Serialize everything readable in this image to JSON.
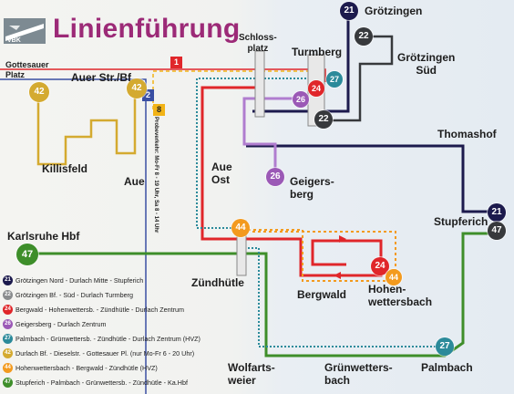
{
  "header": {
    "title": "Linienführung",
    "logo_text": "VBK"
  },
  "colors": {
    "line_21": "#1c1a4d",
    "line_22": "#37393c",
    "line_24": "#e0262a",
    "line_26": "#9b59b6",
    "line_27": "#2b8a9a",
    "line_42": "#d4aa30",
    "line_44": "#f39a1e",
    "line_47": "#3e8e2a",
    "line_1": "#e0262a",
    "line_2": "#3a4fa3",
    "line_8": "#f2b317",
    "title": "#9c2a77"
  },
  "map": {
    "stops": {
      "groetzingen": "Grötzingen",
      "groetzingen_sued": "Grötzingen\nSüd",
      "schlossplatz": "Schloss-\nplatz",
      "turmberg": "Turmberg",
      "gottesauer_platz": "Gottesauer\nPlatz",
      "auer_str": "Auer Str./Bf",
      "killisfeld": "Killisfeld",
      "aue": "Aue",
      "aue_ost": "Aue\nOst",
      "geigersberg": "Geigers-\nberg",
      "thomashof": "Thomashof",
      "stupferich": "Stupferich",
      "karlsruhe_hbf": "Karlsruhe Hbf",
      "zuendhuetle": "Zündhütle",
      "bergwald": "Bergwald",
      "hohenwettersbach": "Hohen-\nwettersbach",
      "wolfartsweier": "Wolfarts-\nweier",
      "gruenwettersbach": "Grünwetters-\nbach",
      "palmbach": "Palmbach"
    },
    "probeverkehr_note": "Probeverkehr: Mo-Fr 8 - 19 Uhr, Sa 8 - 14 Uhr",
    "badges": {
      "b21a": "21",
      "b22a": "22",
      "b27": "27",
      "b24a": "24",
      "b26a": "26",
      "b22b": "22",
      "b42a": "42",
      "b42b": "42",
      "b26b": "26",
      "b21b": "21",
      "b47a": "47",
      "b47b": "47",
      "b44a": "44",
      "b24b": "24",
      "b44b": "44",
      "b27b": "27"
    },
    "tram_squares": {
      "t1": "1",
      "t2": "2",
      "t8": "8"
    }
  },
  "legend": [
    {
      "num": "21",
      "color": "#1c1a4d",
      "text": "Grötzingen Nord - Durlach Mitte - Stupferich"
    },
    {
      "num": "22",
      "color": "#8a8c8e",
      "text": "Grötzingen Bf. - Süd - Durlach Turmberg"
    },
    {
      "num": "24",
      "color": "#e0262a",
      "text": "Bergwald - Hohenwettersb. - Zündhütle - Durlach Zentrum"
    },
    {
      "num": "26",
      "color": "#9b59b6",
      "text": "Geigersberg - Durlach Zentrum"
    },
    {
      "num": "27",
      "color": "#2b8a9a",
      "text": "Palmbach - Grünwettersb. - Zündhütle - Durlach Zentrum (HVZ)"
    },
    {
      "num": "42",
      "color": "#d4aa30",
      "text": "Durlach Bf. - Dieselstr. - Gottesauer Pl. (nur Mo-Fr 6 - 20 Uhr)"
    },
    {
      "num": "44",
      "color": "#f39a1e",
      "text": "Hohenwettersbach - Bergwald - Zündhütle (HVZ)"
    },
    {
      "num": "47",
      "color": "#3e8e2a",
      "text": "Stupferich - Palmbach - Grünwettersb. - Zündhütle - Ka.Hbf"
    }
  ]
}
